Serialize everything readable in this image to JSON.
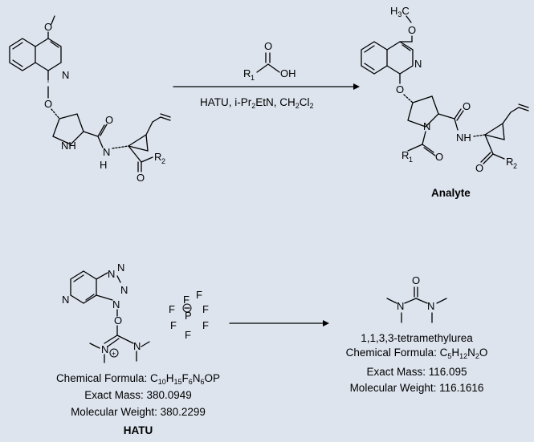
{
  "reaction": {
    "reagent_acid_atoms": {
      "O": "O",
      "R": "R",
      "R_sub": "1",
      "OH": "OH"
    },
    "conditions": {
      "part1": "HATU, i-Pr",
      "sub1": "2",
      "part2": "EtN, CH",
      "sub2": "2",
      "part3": "Cl",
      "sub3": "2"
    },
    "product_label": "Analyte"
  },
  "atoms": {
    "O": "O",
    "N": "N",
    "NH": "NH",
    "H": "H",
    "R": "R",
    "sub1": "1",
    "sub2": "2",
    "H3C_H": "H",
    "H3C_3": "3",
    "H3C_C": "C",
    "P": "P",
    "F": "F",
    "plus": "+"
  },
  "hatu": {
    "formula_prefix": "Chemical Formula: C",
    "formula_parts": [
      "10",
      "H",
      "15",
      "F",
      "6",
      "N",
      "6",
      "OP"
    ],
    "exact_mass": "Exact Mass: 380.0949",
    "mol_weight": "Molecular Weight: 380.2299",
    "name": "HATU"
  },
  "tmu": {
    "name": "1,1,3,3-tetramethylurea",
    "formula_prefix": "Chemical Formula: C",
    "formula_parts": [
      "5",
      "H",
      "12",
      "N",
      "2",
      "O"
    ],
    "exact_mass": "Exact Mass: 116.095",
    "mol_weight": "Molecular Weight: 116.1616"
  }
}
